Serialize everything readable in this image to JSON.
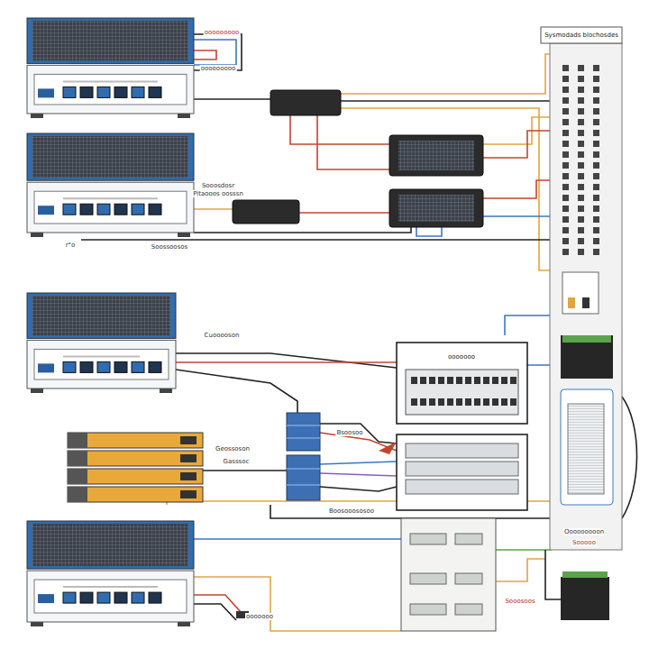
{
  "diagram": {
    "labels": [
      "Sysmodads blochosdes",
      "ooooooooo",
      "ooooooooo",
      "Sooosdosr",
      "Pitaooos oosssn",
      "r°o",
      "Soossoosos",
      "Cuooooson",
      "Geossoson",
      "Gasssoc",
      "Bsoosoo",
      "Boosooososoo",
      "Ooooooooon",
      "Sooooo",
      "Sooosoos",
      "ooooooo",
      "ooooooo"
    ]
  }
}
